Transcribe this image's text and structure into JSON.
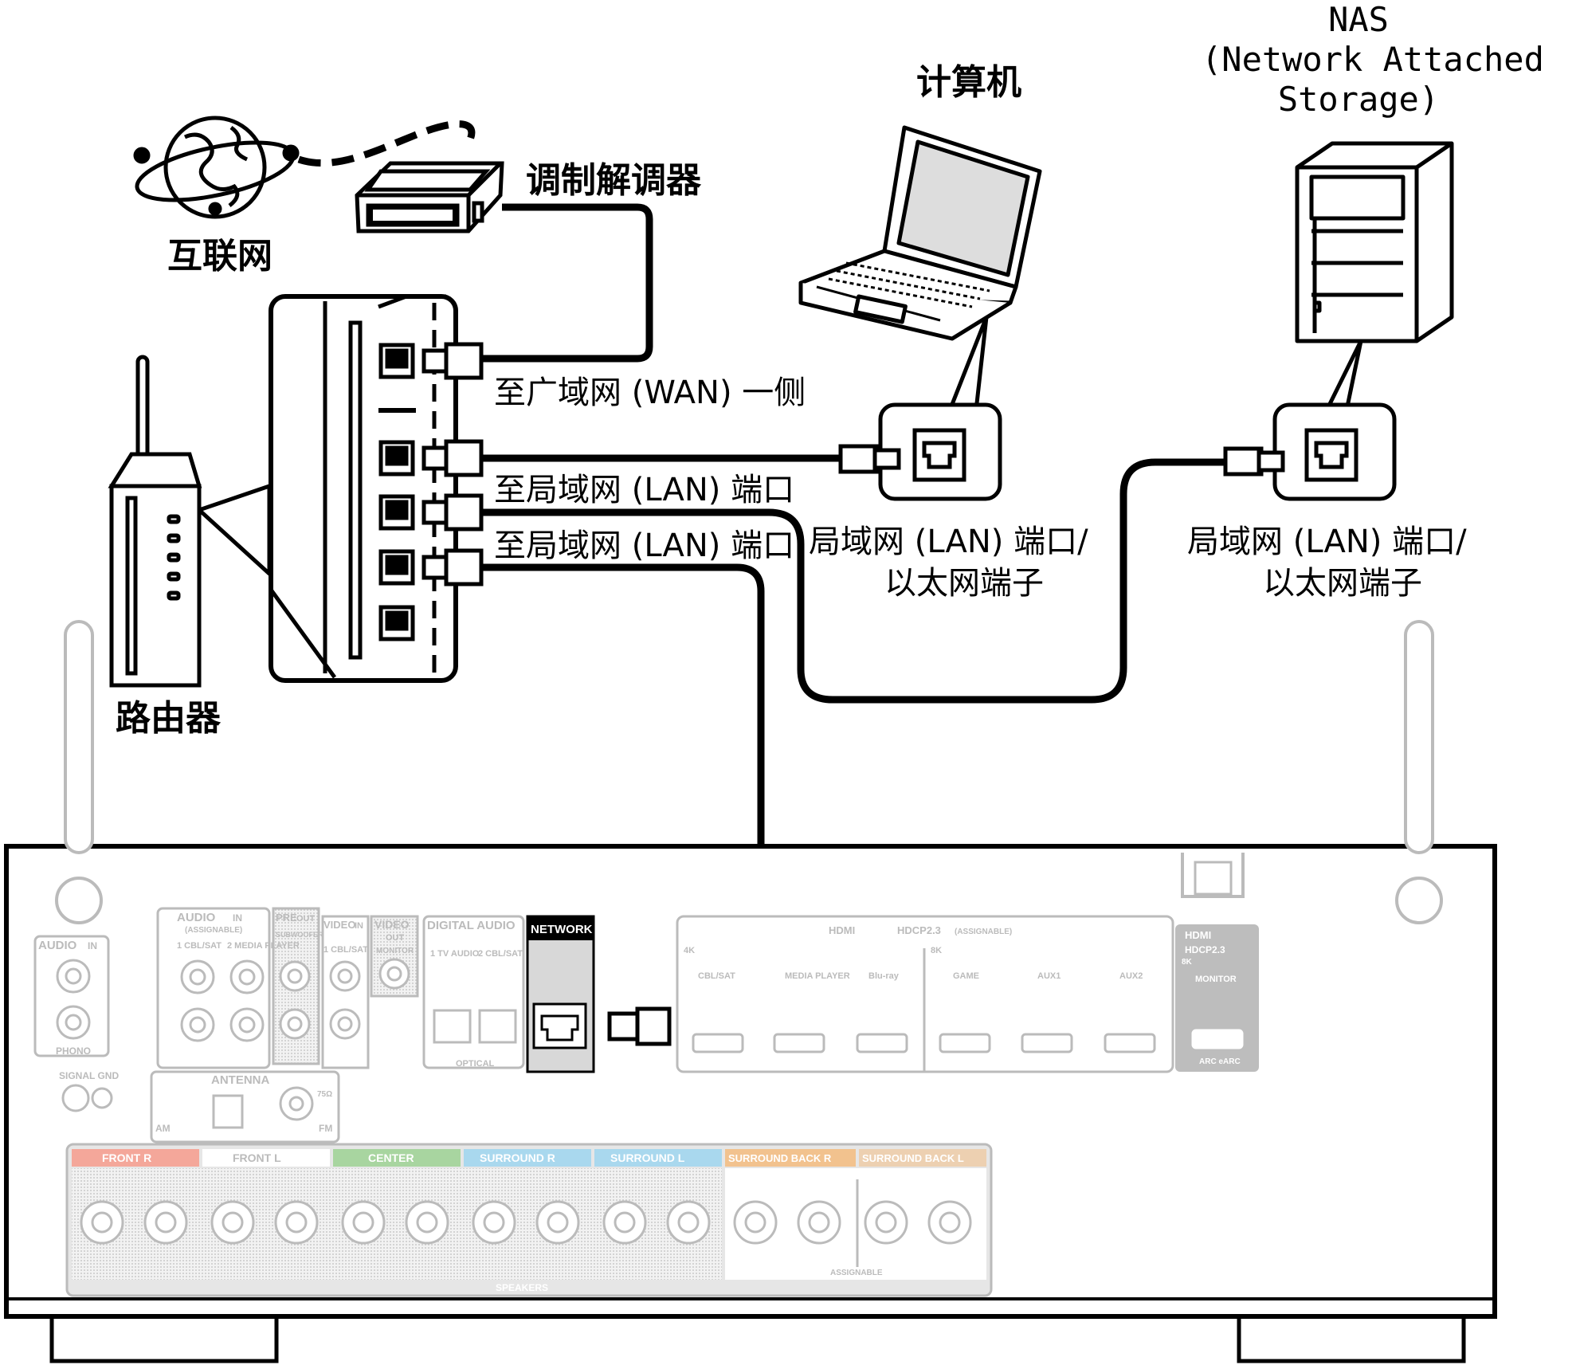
{
  "labels": {
    "internet": "互联网",
    "modem": "调制解调器",
    "computer": "计算机",
    "nas_line1": "NAS",
    "nas_line2": "(Network Attached",
    "nas_line3": "Storage)",
    "router": "路由器",
    "to_wan": "至广域网 (WAN) 一侧",
    "to_lan_1": "至局域网 (LAN) 端口",
    "to_lan_2": "至局域网 (LAN) 端口",
    "pc_lan_line1": "局域网 (LAN) 端口/",
    "pc_lan_line2": "以太网端子",
    "nas_lan_line1": "局域网 (LAN) 端口/",
    "nas_lan_line2": "以太网端子"
  },
  "panel": {
    "network": "NETWORK",
    "audio_in_left": "AUDIO",
    "in": "IN",
    "out": "OUT",
    "phono": "PHONO",
    "signal_gnd": "SIGNAL GND",
    "audio_in": "AUDIO",
    "assignable": "(ASSIGNABLE)",
    "cbl_sat": "1 CBL/SAT",
    "media_player": "2 MEDIA PLAYER",
    "pre_out": "PRE",
    "subwoofer": "SUBWOOFER",
    "video_in": "VIDEO",
    "video_out": "VIDEO",
    "monitor": "MONITOR",
    "digital_audio": "DIGITAL AUDIO",
    "tv_audio": "1 TV AUDIO",
    "cbl_sat_2": "2 CBL/SAT",
    "optical": "OPTICAL",
    "antenna": "ANTENNA",
    "am": "AM",
    "fm": "FM",
    "ohm": "75Ω",
    "hdmi_in": "HDMI",
    "hdcp": "HDCP2.3",
    "hdmi_assignable": "(ASSIGNABLE)",
    "badge_4k": "4K",
    "badge_8k": "8K",
    "hdmi_inputs": [
      "CBL/SAT",
      "MEDIA PLAYER",
      "Blu-ray",
      "GAME",
      "AUX1",
      "AUX2"
    ],
    "hdmi_out": "HDMI",
    "hdmi_out_hdcp": "HDCP2.3",
    "hdmi_out_8k": "8K",
    "hdmi_monitor": "MONITOR",
    "arc": "ARC eARC",
    "speakers": "SPEAKERS",
    "speaker_assignable": "ASSIGNABLE",
    "speaker_groups": [
      "FRONT R",
      "FRONT L",
      "CENTER",
      "SURROUND R",
      "SURROUND L",
      "SURROUND BACK R",
      "SURROUND BACK L"
    ]
  },
  "colors": {
    "front_r": "#f4a79a",
    "center": "#a8d5a0",
    "surround": "#a9d8ee",
    "surround_back": "#f2c28e"
  }
}
